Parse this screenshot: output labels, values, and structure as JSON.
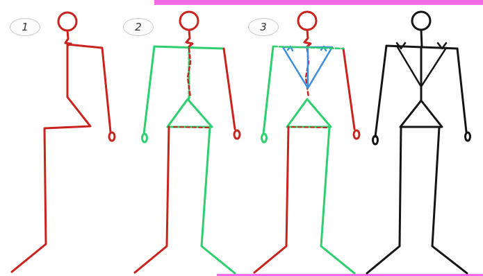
{
  "steps": [
    {
      "label": "1"
    },
    {
      "label": "2"
    },
    {
      "label": "3"
    }
  ],
  "colors": {
    "red": "#c8231d",
    "green": "#2ecf6e",
    "blue": "#3d8fd9",
    "black": "#151515",
    "accent_bar": "#f46be8"
  },
  "figures": [
    {
      "name": "figure-step-1",
      "description_colors": [
        "red"
      ]
    },
    {
      "name": "figure-step-2",
      "description_colors": [
        "red",
        "green"
      ]
    },
    {
      "name": "figure-step-3",
      "description_colors": [
        "red",
        "green",
        "blue"
      ]
    },
    {
      "name": "figure-final",
      "description_colors": [
        "black"
      ]
    }
  ]
}
